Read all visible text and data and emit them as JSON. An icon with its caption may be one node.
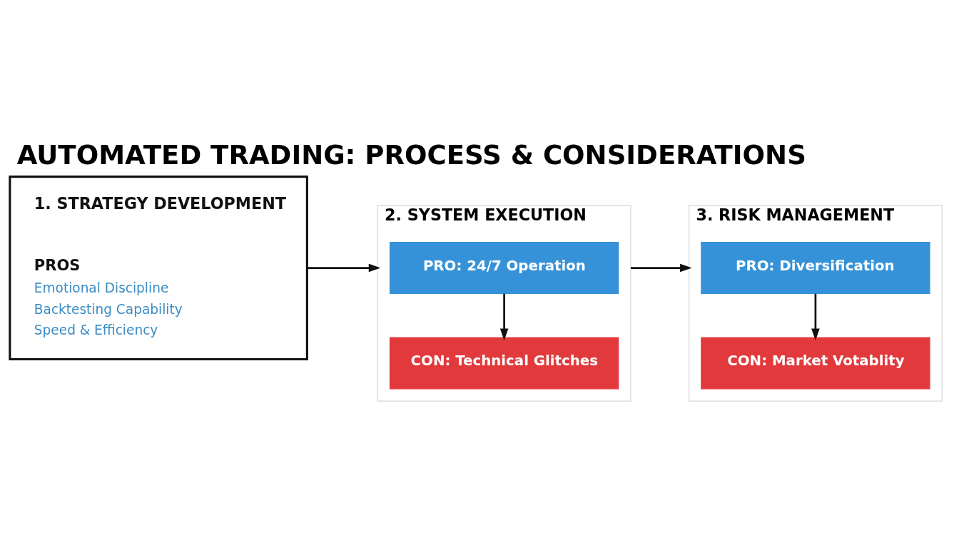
{
  "diagram": {
    "title": "AUTOMATED TRADING: PROCESS & CONSIDERATIONS",
    "nodes": [
      {
        "text": [
          "1. STRATEGY DEVELOPMENT",
          "PROS",
          "Emotional Discipline",
          "Backtesting Capability",
          "Speed & Efficiency"
        ]
      },
      {
        "text": [
          "2. SYSTEM EXECUTION"
        ]
      },
      {
        "text": [
          "PRO: 24/7 Operation"
        ],
        "in": 1
      },
      {
        "text": [
          "CON: Technical Glitches"
        ],
        "in": 1
      },
      {
        "text": [
          "3. RISK MANAGEMENT"
        ]
      },
      {
        "text": [
          "PRO: Diversification"
        ],
        "in": 4
      },
      {
        "text": [
          "CON: Market Votablity"
        ],
        "in": 4
      }
    ],
    "edges": [
      {
        "from": 0,
        "to": 1,
        "arrow": "to"
      },
      {
        "from": 2,
        "to": 3,
        "arrow": "to"
      },
      {
        "from": 1,
        "to": 4,
        "arrow": "to"
      },
      {
        "from": 5,
        "to": 6,
        "arrow": "to"
      }
    ]
  }
}
